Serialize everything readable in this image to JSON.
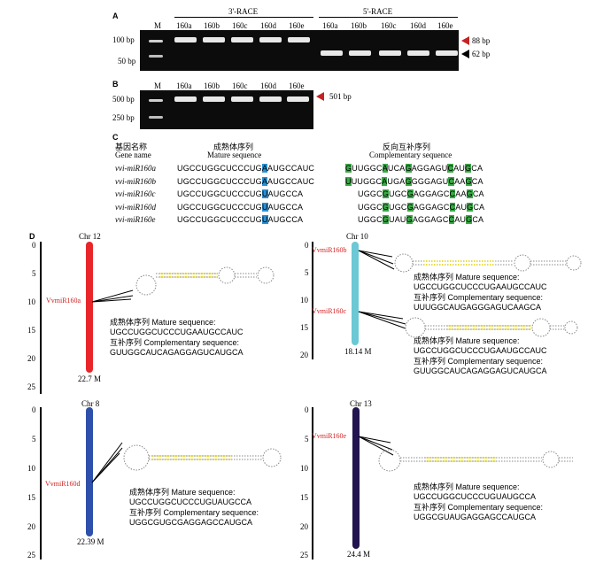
{
  "panels": {
    "A": "A",
    "B": "B",
    "C": "C",
    "D": "D"
  },
  "gelA": {
    "group1": "3'-RACE",
    "group2": "5'-RACE",
    "lanes": [
      "M",
      "160a",
      "160b",
      "160c",
      "160d",
      "160e",
      "160a",
      "160b",
      "160c",
      "160d",
      "160e"
    ],
    "markers": [
      "100 bp",
      "50 bp"
    ],
    "size1": "88 bp",
    "size2": "62 bp"
  },
  "gelB": {
    "lanes": [
      "M",
      "160a",
      "160b",
      "160c",
      "160d",
      "160e"
    ],
    "markers": [
      "500 bp",
      "250 bp"
    ],
    "size": "501 bp"
  },
  "table": {
    "col1_zh": "基因名称",
    "col1_en": "Gene name",
    "col2_zh": "成熟体序列",
    "col2_en": "Mature sequence",
    "col3_zh": "反向互补序列",
    "col3_en": "Complementary sequence",
    "rows": [
      {
        "gene": "vvi-miR160a",
        "mature": [
          "UGCCUGGCUCCCUG",
          "A",
          "AUGCCAUC"
        ],
        "comp": [
          [
            "G",
            1
          ],
          [
            "UUGGC",
            0
          ],
          [
            "A",
            1
          ],
          [
            "UCA",
            0
          ],
          [
            "G",
            1
          ],
          [
            "AGGAGU",
            0
          ],
          [
            "C",
            1
          ],
          [
            "AU",
            0
          ],
          [
            "G",
            1
          ],
          [
            "CA",
            0
          ]
        ]
      },
      {
        "gene": "vvi-miR160b",
        "mature": [
          "UGCCUGGCUCCCUG",
          "A",
          "AUGCCAUC"
        ],
        "comp": [
          [
            "U",
            1
          ],
          [
            "UUGGC",
            0
          ],
          [
            "A",
            1
          ],
          [
            "UGA",
            0
          ],
          [
            "G",
            1
          ],
          [
            "GGGAGU",
            0
          ],
          [
            "C",
            1
          ],
          [
            "AA",
            0
          ],
          [
            "G",
            1
          ],
          [
            "CA",
            0
          ]
        ]
      },
      {
        "gene": "vvi-miR160c",
        "mature": [
          "UGCCUGGCUCCCUG",
          "U",
          "AUGCCA"
        ],
        "comp": [
          [
            "",
            0
          ],
          [
            "UGGC",
            0
          ],
          [
            "G",
            1
          ],
          [
            "UGC",
            0
          ],
          [
            "G",
            1
          ],
          [
            "AGGAGC",
            0
          ],
          [
            "C",
            1
          ],
          [
            "AA",
            0
          ],
          [
            "G",
            1
          ],
          [
            "CA",
            0
          ]
        ]
      },
      {
        "gene": "vvi-miR160d",
        "mature": [
          "UGCCUGGCUCCCUG",
          "U",
          "AUGCCA"
        ],
        "comp": [
          [
            "",
            0
          ],
          [
            "UGGC",
            0
          ],
          [
            "G",
            1
          ],
          [
            "UGC",
            0
          ],
          [
            "G",
            1
          ],
          [
            "AGGAGC",
            0
          ],
          [
            "C",
            1
          ],
          [
            "AU",
            0
          ],
          [
            "G",
            1
          ],
          [
            "CA",
            0
          ]
        ]
      },
      {
        "gene": "vvi-miR160e",
        "mature": [
          "UGCCUGGCUCCCUG",
          "U",
          "AUGCCA"
        ],
        "comp": [
          [
            "",
            0
          ],
          [
            "UGGC",
            0
          ],
          [
            "G",
            1
          ],
          [
            "UAU",
            0
          ],
          [
            "G",
            1
          ],
          [
            "AGGAGC",
            0
          ],
          [
            "C",
            1
          ],
          [
            "AU",
            0
          ],
          [
            "G",
            1
          ],
          [
            "CA",
            0
          ]
        ]
      }
    ]
  },
  "chroms": [
    {
      "name": "Chr 12",
      "ticks": [
        "0",
        "5",
        "10",
        "15",
        "20",
        "25"
      ],
      "length": "22.7 M",
      "color": "#e8262a",
      "loci": [
        {
          "label": "VvmiR160a",
          "mature_label": "成熟体序列 Mature sequence:",
          "mature": "UGCCUGGCUCCCUGAAUGCCAUC",
          "comp_label": "互补序列 Complementary sequence:",
          "comp": "GUUGGCAUCAGAGGAGUCAUGCA"
        }
      ]
    },
    {
      "name": "Chr 10",
      "ticks": [
        "0",
        "5",
        "10",
        "15",
        "20"
      ],
      "length": "18.14 M",
      "color": "#6bc8d4",
      "loci": [
        {
          "label": "VvmiR160b",
          "mature_label": "成熟体序列 Mature sequence:",
          "mature": "UGCCUGGCUCCCUGAAUGCCAUC",
          "comp_label": "互补序列 Complementary sequence:",
          "comp": "UUUGGCAUGAGGGAGUCAAGCA"
        },
        {
          "label": "VvmiR160c",
          "mature_label": "成熟体序列 Mature sequence:",
          "mature": "UGCCUGGCUCCCUGAAUGCCAUC",
          "comp_label": "互补序列 Complementary sequence:",
          "comp": "GUUGGCAUCAGAGGAGUCAUGCA"
        }
      ]
    },
    {
      "name": "Chr 8",
      "ticks": [
        "0",
        "5",
        "10",
        "15",
        "20",
        "25"
      ],
      "length": "22.39 M",
      "color": "#2e4faa",
      "loci": [
        {
          "label": "VvmiR160d",
          "mature_label": "成熟体序列 Mature sequence:",
          "mature": "UGCCUGGCUCCCUGUAUGCCA",
          "comp_label": "互补序列 Complementary sequence:",
          "comp": "UGGCGUGCGAGGAGCCAUGCA"
        }
      ]
    },
    {
      "name": "Chr 13",
      "ticks": [
        "0",
        "5",
        "10",
        "15",
        "20",
        "25"
      ],
      "length": "24.4 M",
      "color": "#22144f",
      "loci": [
        {
          "label": "VvmiR160e",
          "mature_label": "成熟体序列 Mature sequence:",
          "mature": "UGCCUGGCUCCCUGUAUGCCA",
          "comp_label": "互补序列 Complementary sequence:",
          "comp": "UGGCGUAUGAGGAGCCAUGCA"
        }
      ]
    }
  ]
}
